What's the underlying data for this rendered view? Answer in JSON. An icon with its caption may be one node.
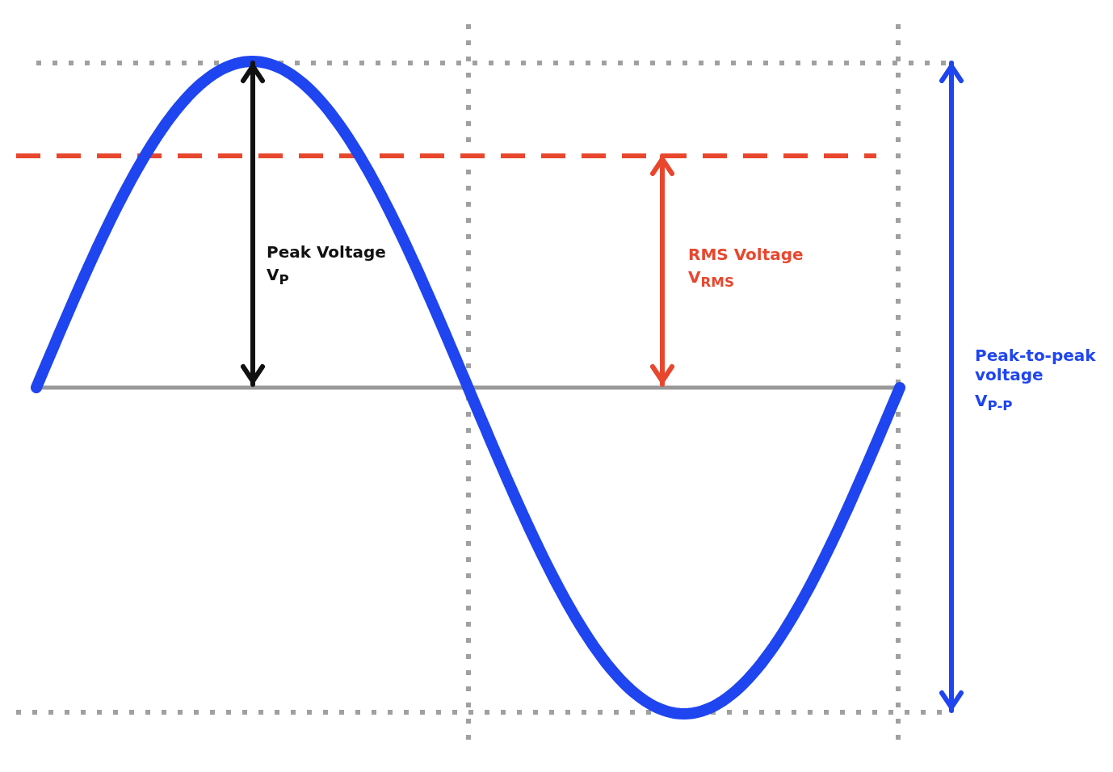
{
  "diagram": {
    "labels": [
      "Peak Voltage",
      "V$_{P}$",
      "RMS Voltage",
      "V$_{RMS}$",
      "Peak-to-peak voltage",
      "V$_{P-P}$"
    ]
  }
}
